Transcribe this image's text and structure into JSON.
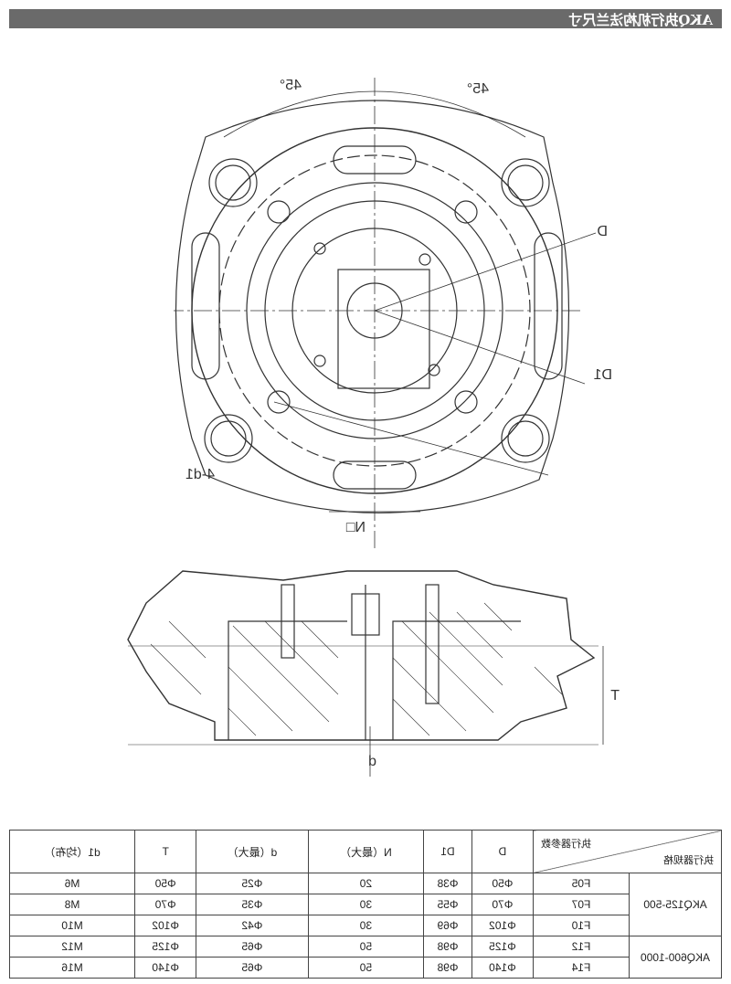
{
  "title": "AKQ执行机构法兰尺寸",
  "drawing": {
    "labels": {
      "angle_left": "45°",
      "angle_right": "45°",
      "D": "D",
      "D1": "D1",
      "holes": "4-d1",
      "N": "N□",
      "T": "T",
      "d": "d"
    }
  },
  "table": {
    "corner_top": "执行器参数",
    "corner_bottom": "执行器规格",
    "headers": [
      "D",
      "D1",
      "N（最大）",
      "d（最大）",
      "T",
      "d1（均布）"
    ],
    "groups": [
      {
        "spec": "AKQ125-500",
        "rows": [
          [
            "F05",
            "Φ50",
            "Φ38",
            "20",
            "Φ25",
            "Φ50",
            "M6"
          ],
          [
            "F07",
            "Φ70",
            "Φ55",
            "30",
            "Φ35",
            "Φ70",
            "M8"
          ],
          [
            "F10",
            "Φ102",
            "Φ69",
            "30",
            "Φ42",
            "Φ102",
            "M10"
          ]
        ]
      },
      {
        "spec": "AKQ600-1000",
        "rows": [
          [
            "F12",
            "Φ125",
            "Φ98",
            "50",
            "Φ65",
            "Φ125",
            "M12"
          ],
          [
            "F14",
            "Φ140",
            "Φ98",
            "50",
            "Φ65",
            "Φ140",
            "M16"
          ]
        ]
      }
    ]
  }
}
